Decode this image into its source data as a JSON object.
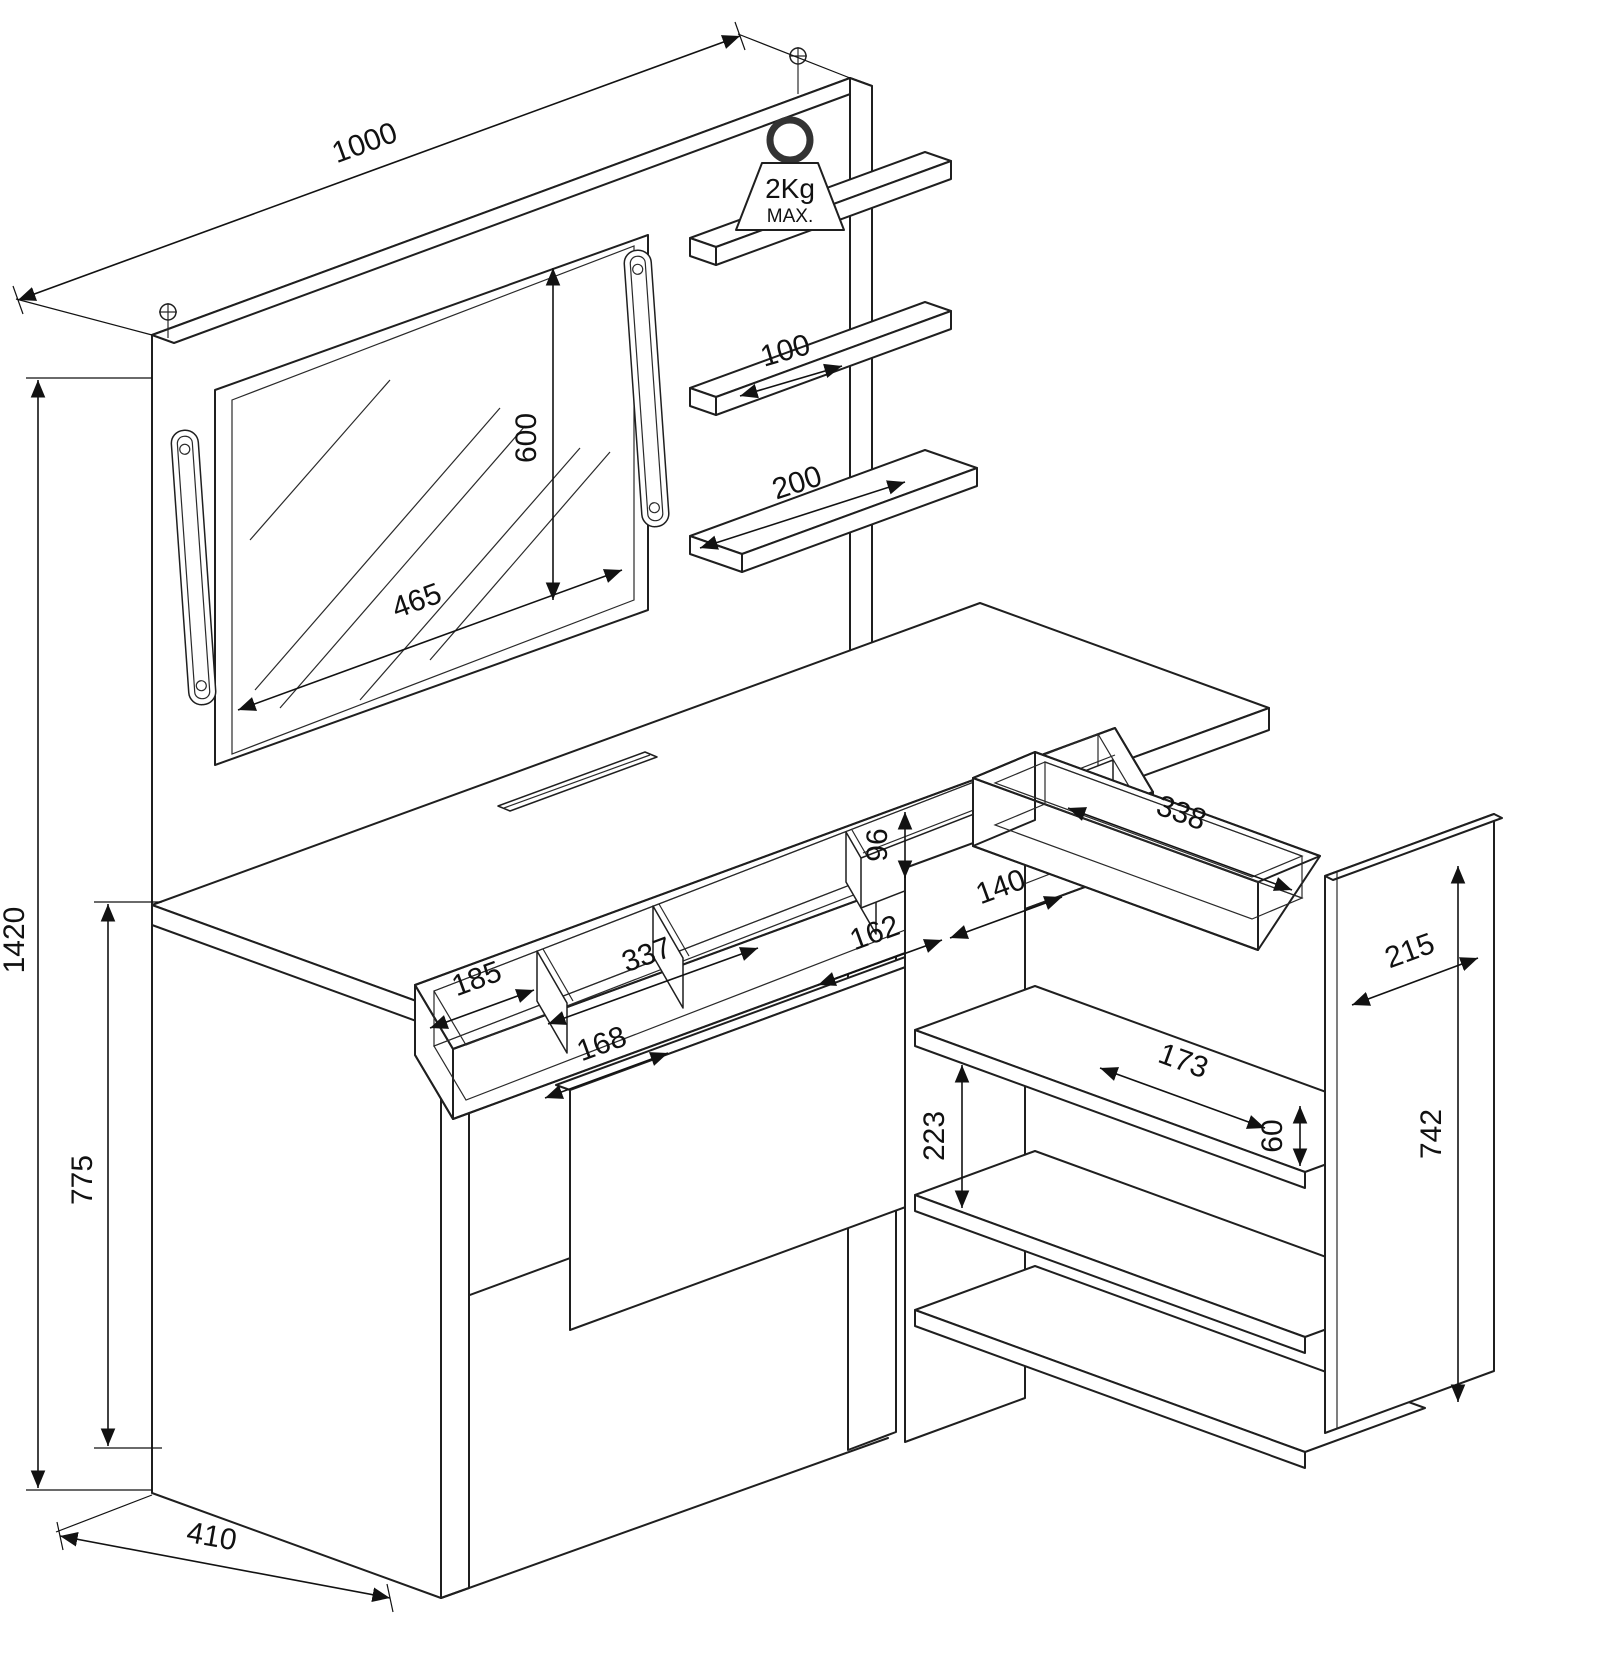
{
  "drawing": {
    "kind": "dressing-table-technical-drawing",
    "weight_badge": {
      "value": "2Kg",
      "qualifier": "MAX."
    },
    "dimensions": {
      "panel_width": "1000",
      "overall_height": "1420",
      "mirror_glass_width": "465",
      "mirror_glass_height": "600",
      "shelf_middle_depth": "100",
      "shelf_bottom_depth": "200",
      "pedestal_height": "775",
      "pedestal_depth": "410",
      "tray_inner_height": "96",
      "tray_comp_140": "140",
      "tray_comp_162": "162",
      "tray_comp_337": "337",
      "tray_comp_185": "185",
      "tray_comp_168": "168",
      "side_drawer_inner_width": "338",
      "side_unit_depth": "215",
      "side_unit_height": "742",
      "side_shelf_width": "173",
      "side_gap_height": "60",
      "side_shelf_spacing": "223"
    }
  }
}
